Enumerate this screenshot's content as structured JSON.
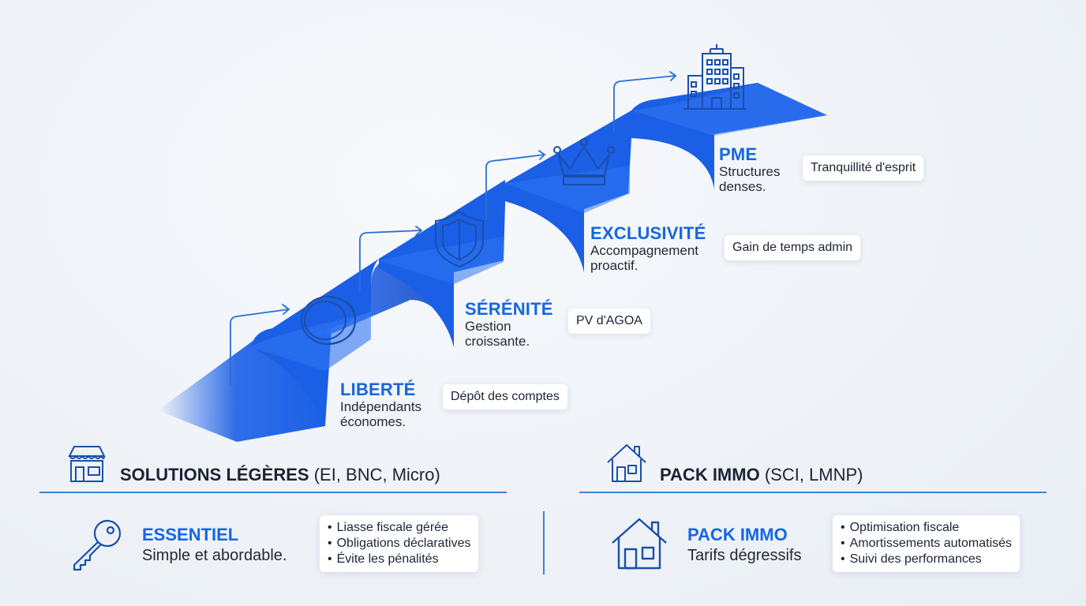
{
  "steps": [
    {
      "title": "LIBERTÉ",
      "subtitle": "Indépendants économes.",
      "tag": "Dépôt des comptes",
      "icon": "coin-icon"
    },
    {
      "title": "SÉRÉNITÉ",
      "subtitle": "Gestion croissante.",
      "tag": "PV d'AGOA",
      "icon": "shield-icon"
    },
    {
      "title": "EXCLUSIVITÉ",
      "subtitle": "Accompagnement proactif.",
      "tag": "Gain de temps admin",
      "icon": "crown-icon"
    },
    {
      "title": "PME",
      "subtitle": "Structures denses.",
      "tag": "Tranquillité d'esprit",
      "icon": "office-building-icon"
    }
  ],
  "sections": {
    "left": {
      "header_bold": "SOLUTIONS LÉGÈRES",
      "header_rest": " (EI, BNC, Micro)",
      "header_icon": "storefront-icon",
      "pack_icon": "key-icon",
      "pack_title": "ESSENTIEL",
      "pack_subtitle": "Simple et abordable.",
      "features": [
        "Liasse fiscale gérée",
        "Obligations déclaratives",
        "Évite les pénalités"
      ]
    },
    "right": {
      "header_bold": "PACK IMMO",
      "header_rest": " (SCI, LMNP)",
      "header_icon": "house-icon",
      "pack_icon": "house-icon",
      "pack_title": "PACK IMMO",
      "pack_subtitle": "Tarifs dégressifs",
      "features": [
        "Optimisation fiscale",
        "Amortissements automatisés",
        "Suivi des performances"
      ]
    }
  },
  "colors": {
    "accent": "#1666e0",
    "stair": "#1a5fe6",
    "stair_dark": "#0e3fb8",
    "line": "#3d82d6"
  }
}
